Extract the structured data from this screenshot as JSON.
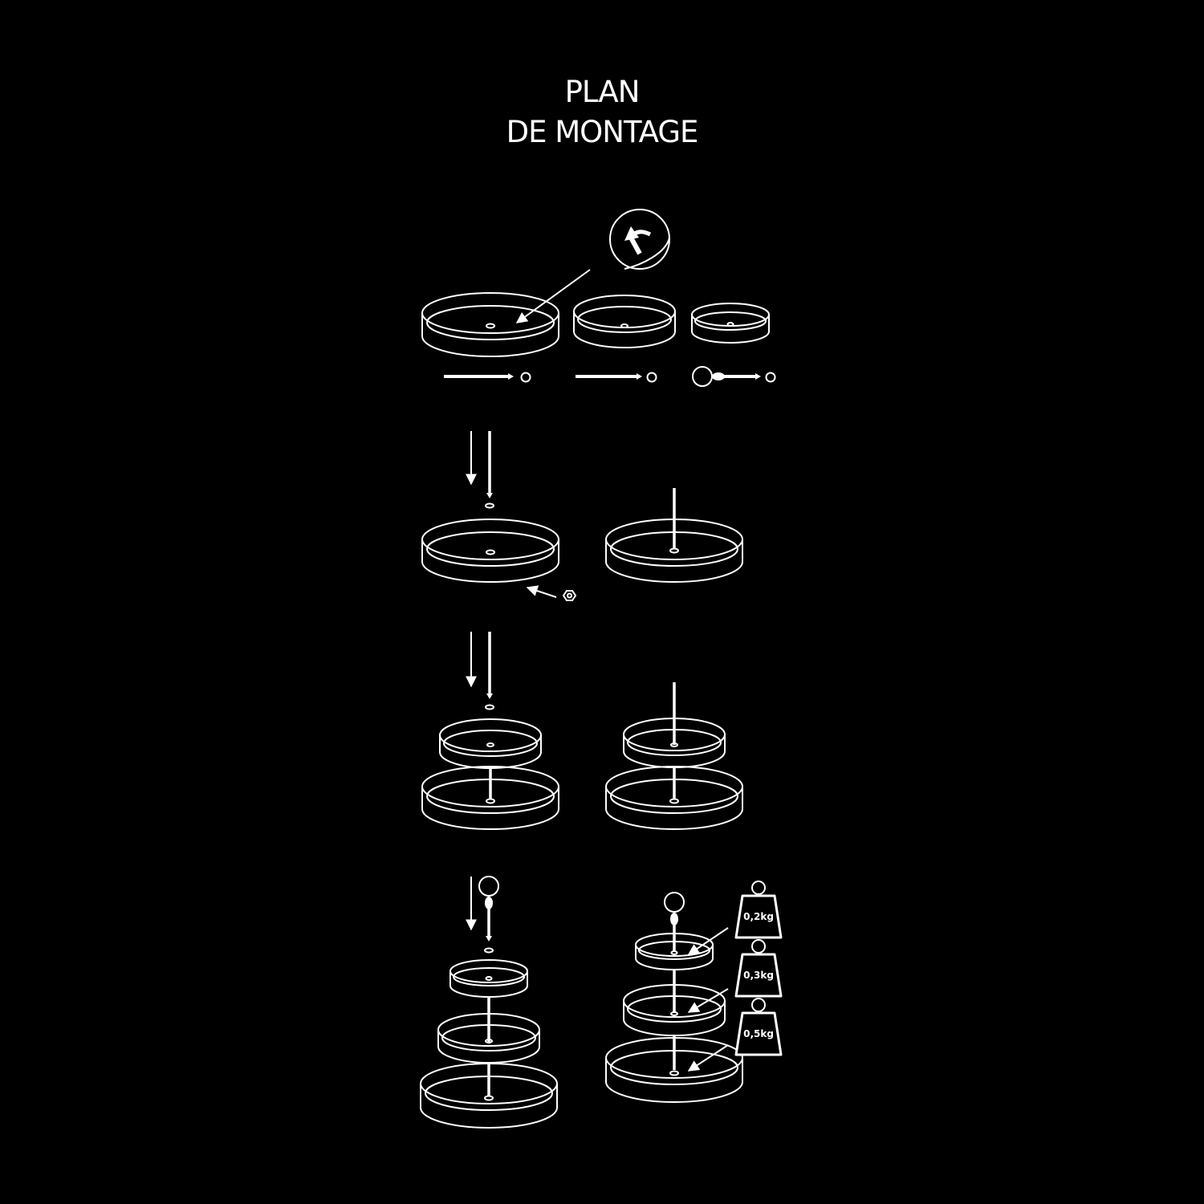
{
  "title": {
    "line1": "PLAN",
    "line2": "DE MONTAGE"
  },
  "weight_limits": [
    {
      "tier": "top",
      "label": "0,2kg",
      "value_kg": 0.2
    },
    {
      "tier": "middle",
      "label": "0,3kg",
      "value_kg": 0.3
    },
    {
      "tier": "bottom",
      "label": "0,5kg",
      "value_kg": 0.5
    }
  ],
  "colors": {
    "background": "#000000",
    "line": "#ffffff"
  },
  "icons": [
    "peel-film-icon",
    "nut-icon",
    "weight-icon",
    "arrow-icon"
  ]
}
